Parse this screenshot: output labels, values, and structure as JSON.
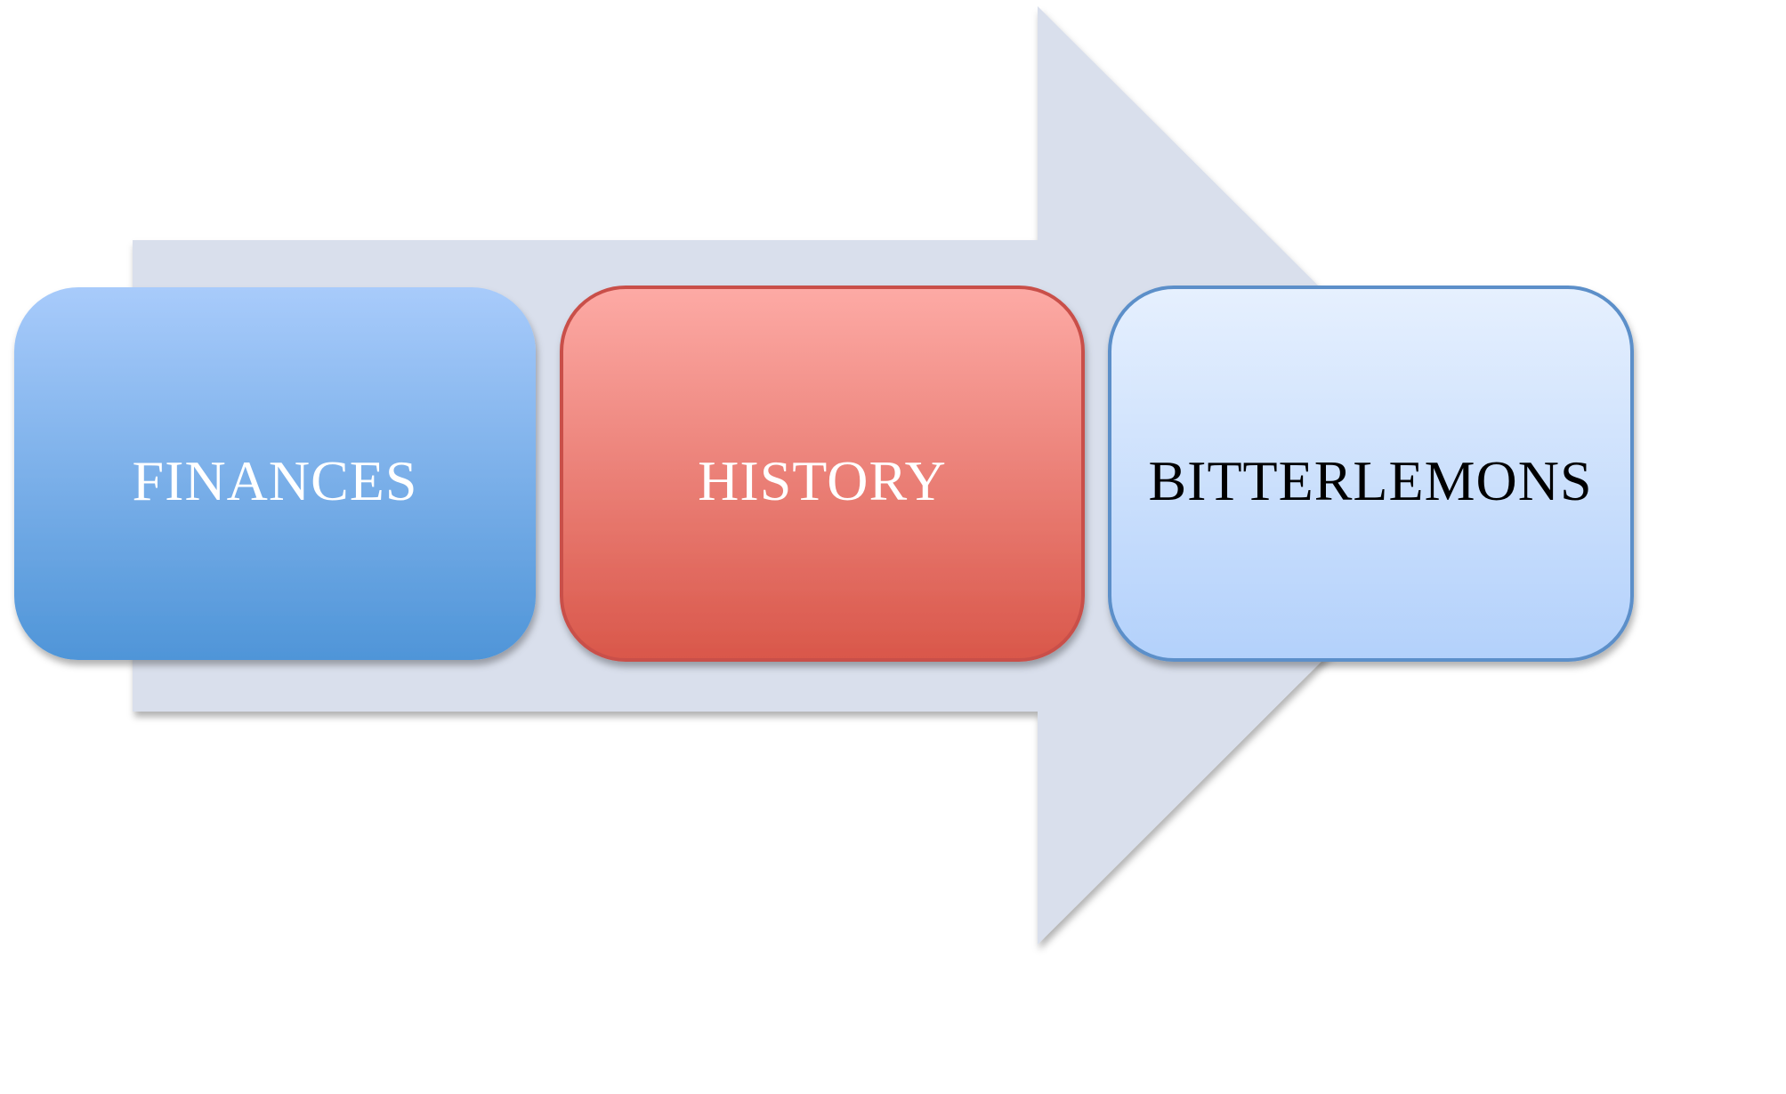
{
  "diagram": {
    "type": "process-arrow",
    "steps": [
      {
        "label": "FINANCES",
        "fill_top": "#a8cbfb",
        "fill_bottom": "#4f95d8",
        "text_color": "#ffffff",
        "border": "none"
      },
      {
        "label": "HISTORY",
        "fill_top": "#fdaaa5",
        "fill_bottom": "#d9574a",
        "text_color": "#ffffff",
        "border": "#c9504a"
      },
      {
        "label": "BITTERLEMONS",
        "fill_top": "#e6f0fe",
        "fill_bottom": "#b3d1fb",
        "text_color": "#000000",
        "border": "#5b8fc9"
      }
    ],
    "arrow_color": "#d9dfec"
  }
}
